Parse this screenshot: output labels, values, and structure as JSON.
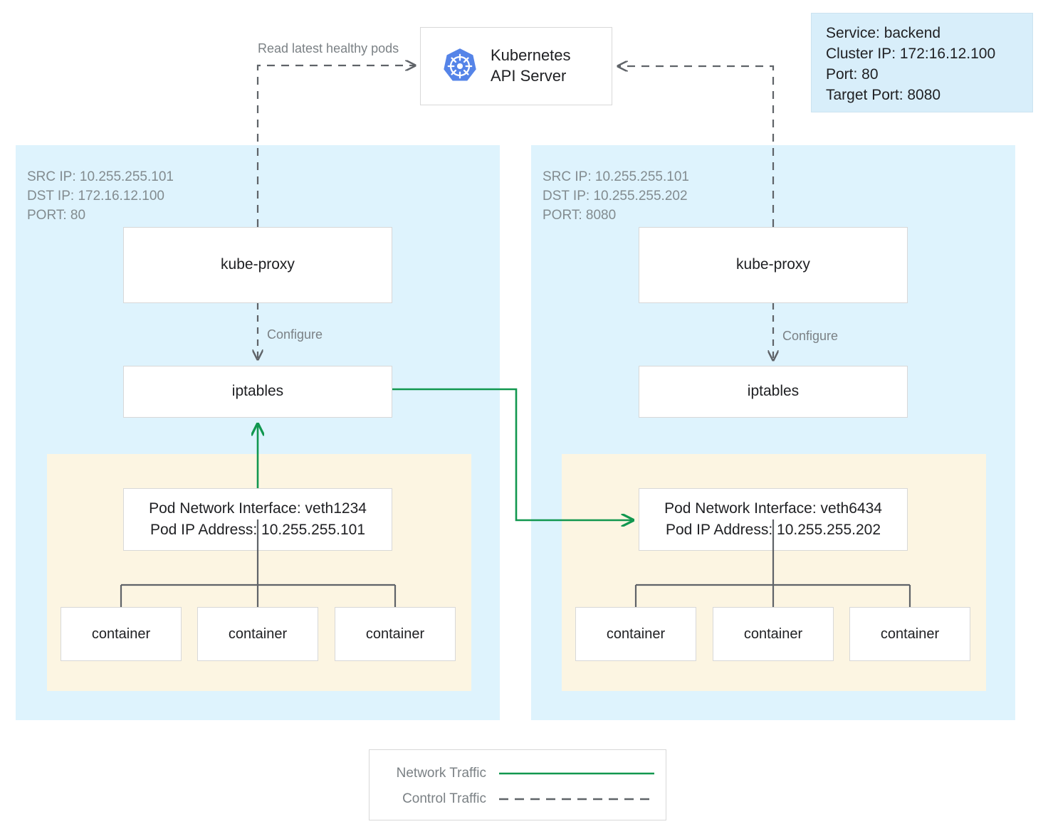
{
  "diagram": {
    "title_icon": "kubernetes-logo-icon",
    "api_server": {
      "label": "Kubernetes\nAPI Server"
    },
    "service_info": {
      "text": "Service: backend\nCluster IP: 172:16.12.100\nPort: 80\nTarget Port: 8080",
      "service_name": "backend",
      "cluster_ip": "172:16.12.100",
      "port": "80",
      "target_port": "8080",
      "bg_color": "#D8EEFA"
    },
    "edge_labels": {
      "read_pods": "Read latest healthy pods",
      "configure_left": "Configure",
      "configure_right": "Configure"
    },
    "nodes": [
      {
        "id": "node-left",
        "ip_info": "SRC IP: 10.255.255.101\nDST IP: 172.16.12.100\nPORT: 80",
        "src_ip": "10.255.255.101",
        "dst_ip": "172.16.12.100",
        "port": "80",
        "kube_proxy_label": "kube-proxy",
        "iptables_label": "iptables",
        "pod": {
          "iface_text": "Pod Network Interface: veth1234\nPod IP Address: 10.255.255.101",
          "interface": "veth1234",
          "pod_ip": "10.255.255.101",
          "containers": [
            "container",
            "container",
            "container"
          ]
        }
      },
      {
        "id": "node-right",
        "ip_info": "SRC IP: 10.255.255.101\nDST IP: 10.255.255.202\nPORT: 8080",
        "src_ip": "10.255.255.101",
        "dst_ip": "10.255.255.202",
        "port": "8080",
        "kube_proxy_label": "kube-proxy",
        "iptables_label": "iptables",
        "pod": {
          "iface_text": "Pod Network Interface: veth6434\nPod IP Address: 10.255.255.202",
          "interface": "veth6434",
          "pod_ip": "10.255.255.202",
          "containers": [
            "container",
            "container",
            "container"
          ]
        }
      }
    ],
    "legend": {
      "network_traffic_label": "Network Traffic",
      "control_traffic_label": "Control Traffic",
      "network_color": "#11974F",
      "control_color": "#5F6368"
    },
    "colors": {
      "node_bg": "#DEF3FD",
      "pod_bg": "#FCF5E2",
      "box_border": "#D8D8D8",
      "text": "#202124",
      "muted_text": "#828B8F",
      "green": "#11974F",
      "dash_gray": "#5F6368",
      "k8s_blue": "#5584E8"
    }
  }
}
